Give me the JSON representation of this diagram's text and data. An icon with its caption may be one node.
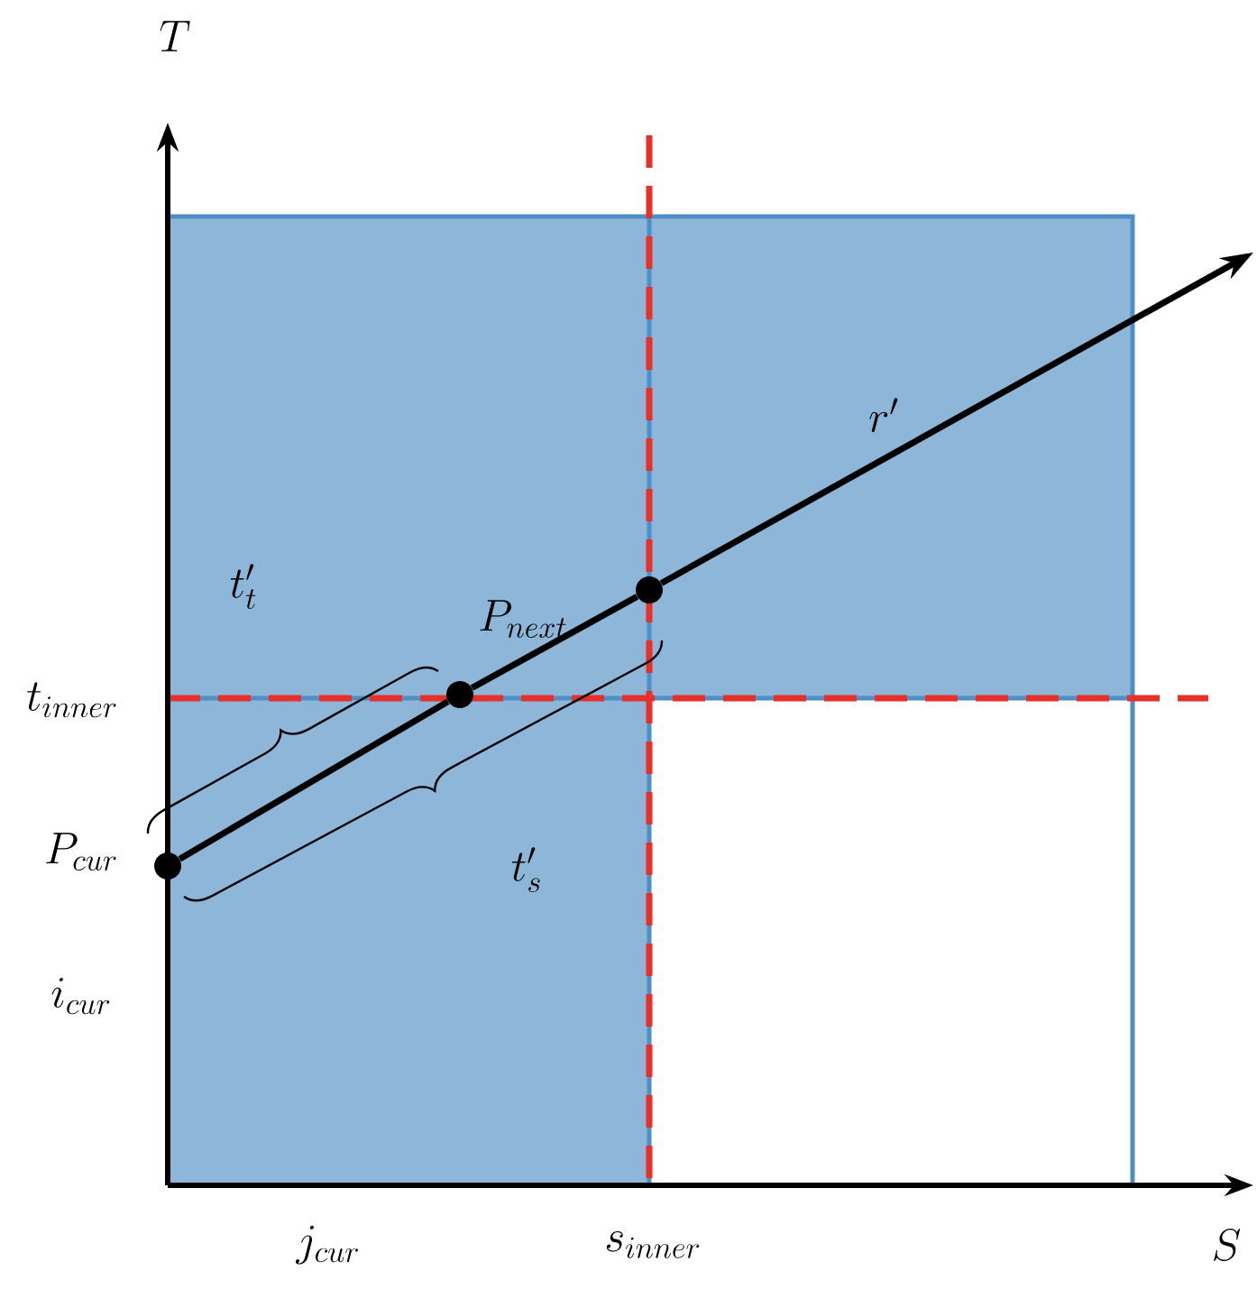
{
  "diagram": {
    "nodes": [
      {
        "text": [
          "P_{cur}"
        ]
      },
      {
        "text": [
          "P_{next}"
        ]
      },
      {
        "text": [],
        "shape": "circle"
      }
    ],
    "edges": [
      {
        "from": 0,
        "to": 1,
        "arrow": "none"
      },
      {
        "from": 1,
        "to": 2,
        "arrow": "none"
      },
      {
        "from": 2,
        "to": null,
        "arrow": "to",
        "label": "r'"
      }
    ],
    "labels": [
      "T",
      "t'_t",
      "t_{inner}",
      "t'_s",
      "i_{cur}",
      "j_{cur}",
      "s_{inner}",
      "S"
    ]
  }
}
